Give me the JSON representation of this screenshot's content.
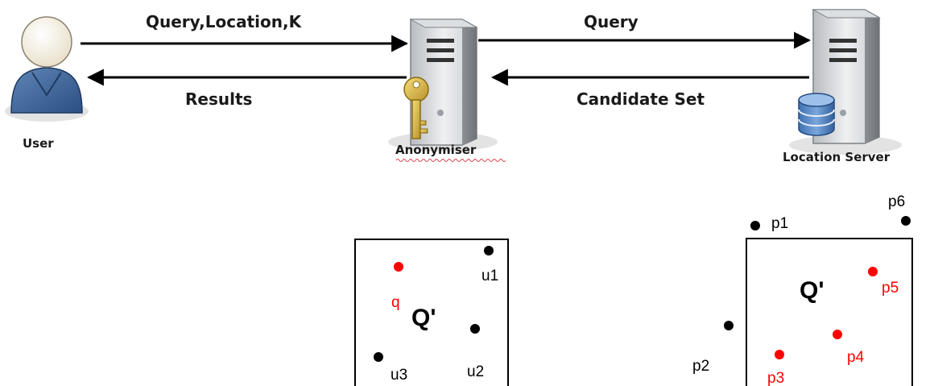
{
  "nodes": {
    "user": "User",
    "anonymiser": "Anonymiser",
    "server": "Location Server"
  },
  "arrows": {
    "user_to_anon": "Query,Location,K",
    "anon_to_user": "Results",
    "anon_to_server": "Query",
    "server_to_anon": "Candidate Set"
  },
  "colors": {
    "query_point": "#ff0000",
    "point": "#000000",
    "candidate_point": "#ff0000"
  },
  "left_region": {
    "label": "Q'",
    "points": [
      {
        "name": "q",
        "kind": "query"
      },
      {
        "name": "u1",
        "kind": "user"
      },
      {
        "name": "u2",
        "kind": "user"
      },
      {
        "name": "u3",
        "kind": "user"
      }
    ]
  },
  "right_region": {
    "label": "Q'",
    "points": [
      {
        "name": "p1",
        "kind": "outside"
      },
      {
        "name": "p2",
        "kind": "outside"
      },
      {
        "name": "p3",
        "kind": "candidate"
      },
      {
        "name": "p4",
        "kind": "candidate"
      },
      {
        "name": "p5",
        "kind": "candidate"
      },
      {
        "name": "p6",
        "kind": "outside"
      }
    ]
  }
}
